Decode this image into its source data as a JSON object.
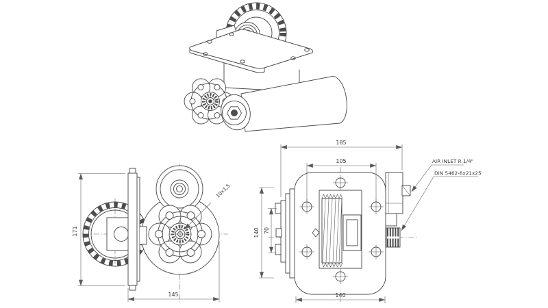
{
  "meta": {
    "drawing_type": "technical drawing - PTO gearbox, isometric + two orthographic views",
    "background": "#ffffff",
    "line_color": "#4d4d4d",
    "dim_color": "#5a5a5a"
  },
  "views": {
    "side": {
      "dims": {
        "height": "171",
        "width": "145"
      },
      "thread_callout": "10x1,5"
    },
    "front": {
      "dims": {
        "overall_width": "185",
        "bolt_span_horizontal": "105",
        "gasket_height": "140",
        "bolt_span_vertical": "70",
        "flange_width": "140"
      },
      "air_callout": "AIR INLET R 1/4\"",
      "spline_callout": "DIN 5462-6x21x25"
    }
  }
}
